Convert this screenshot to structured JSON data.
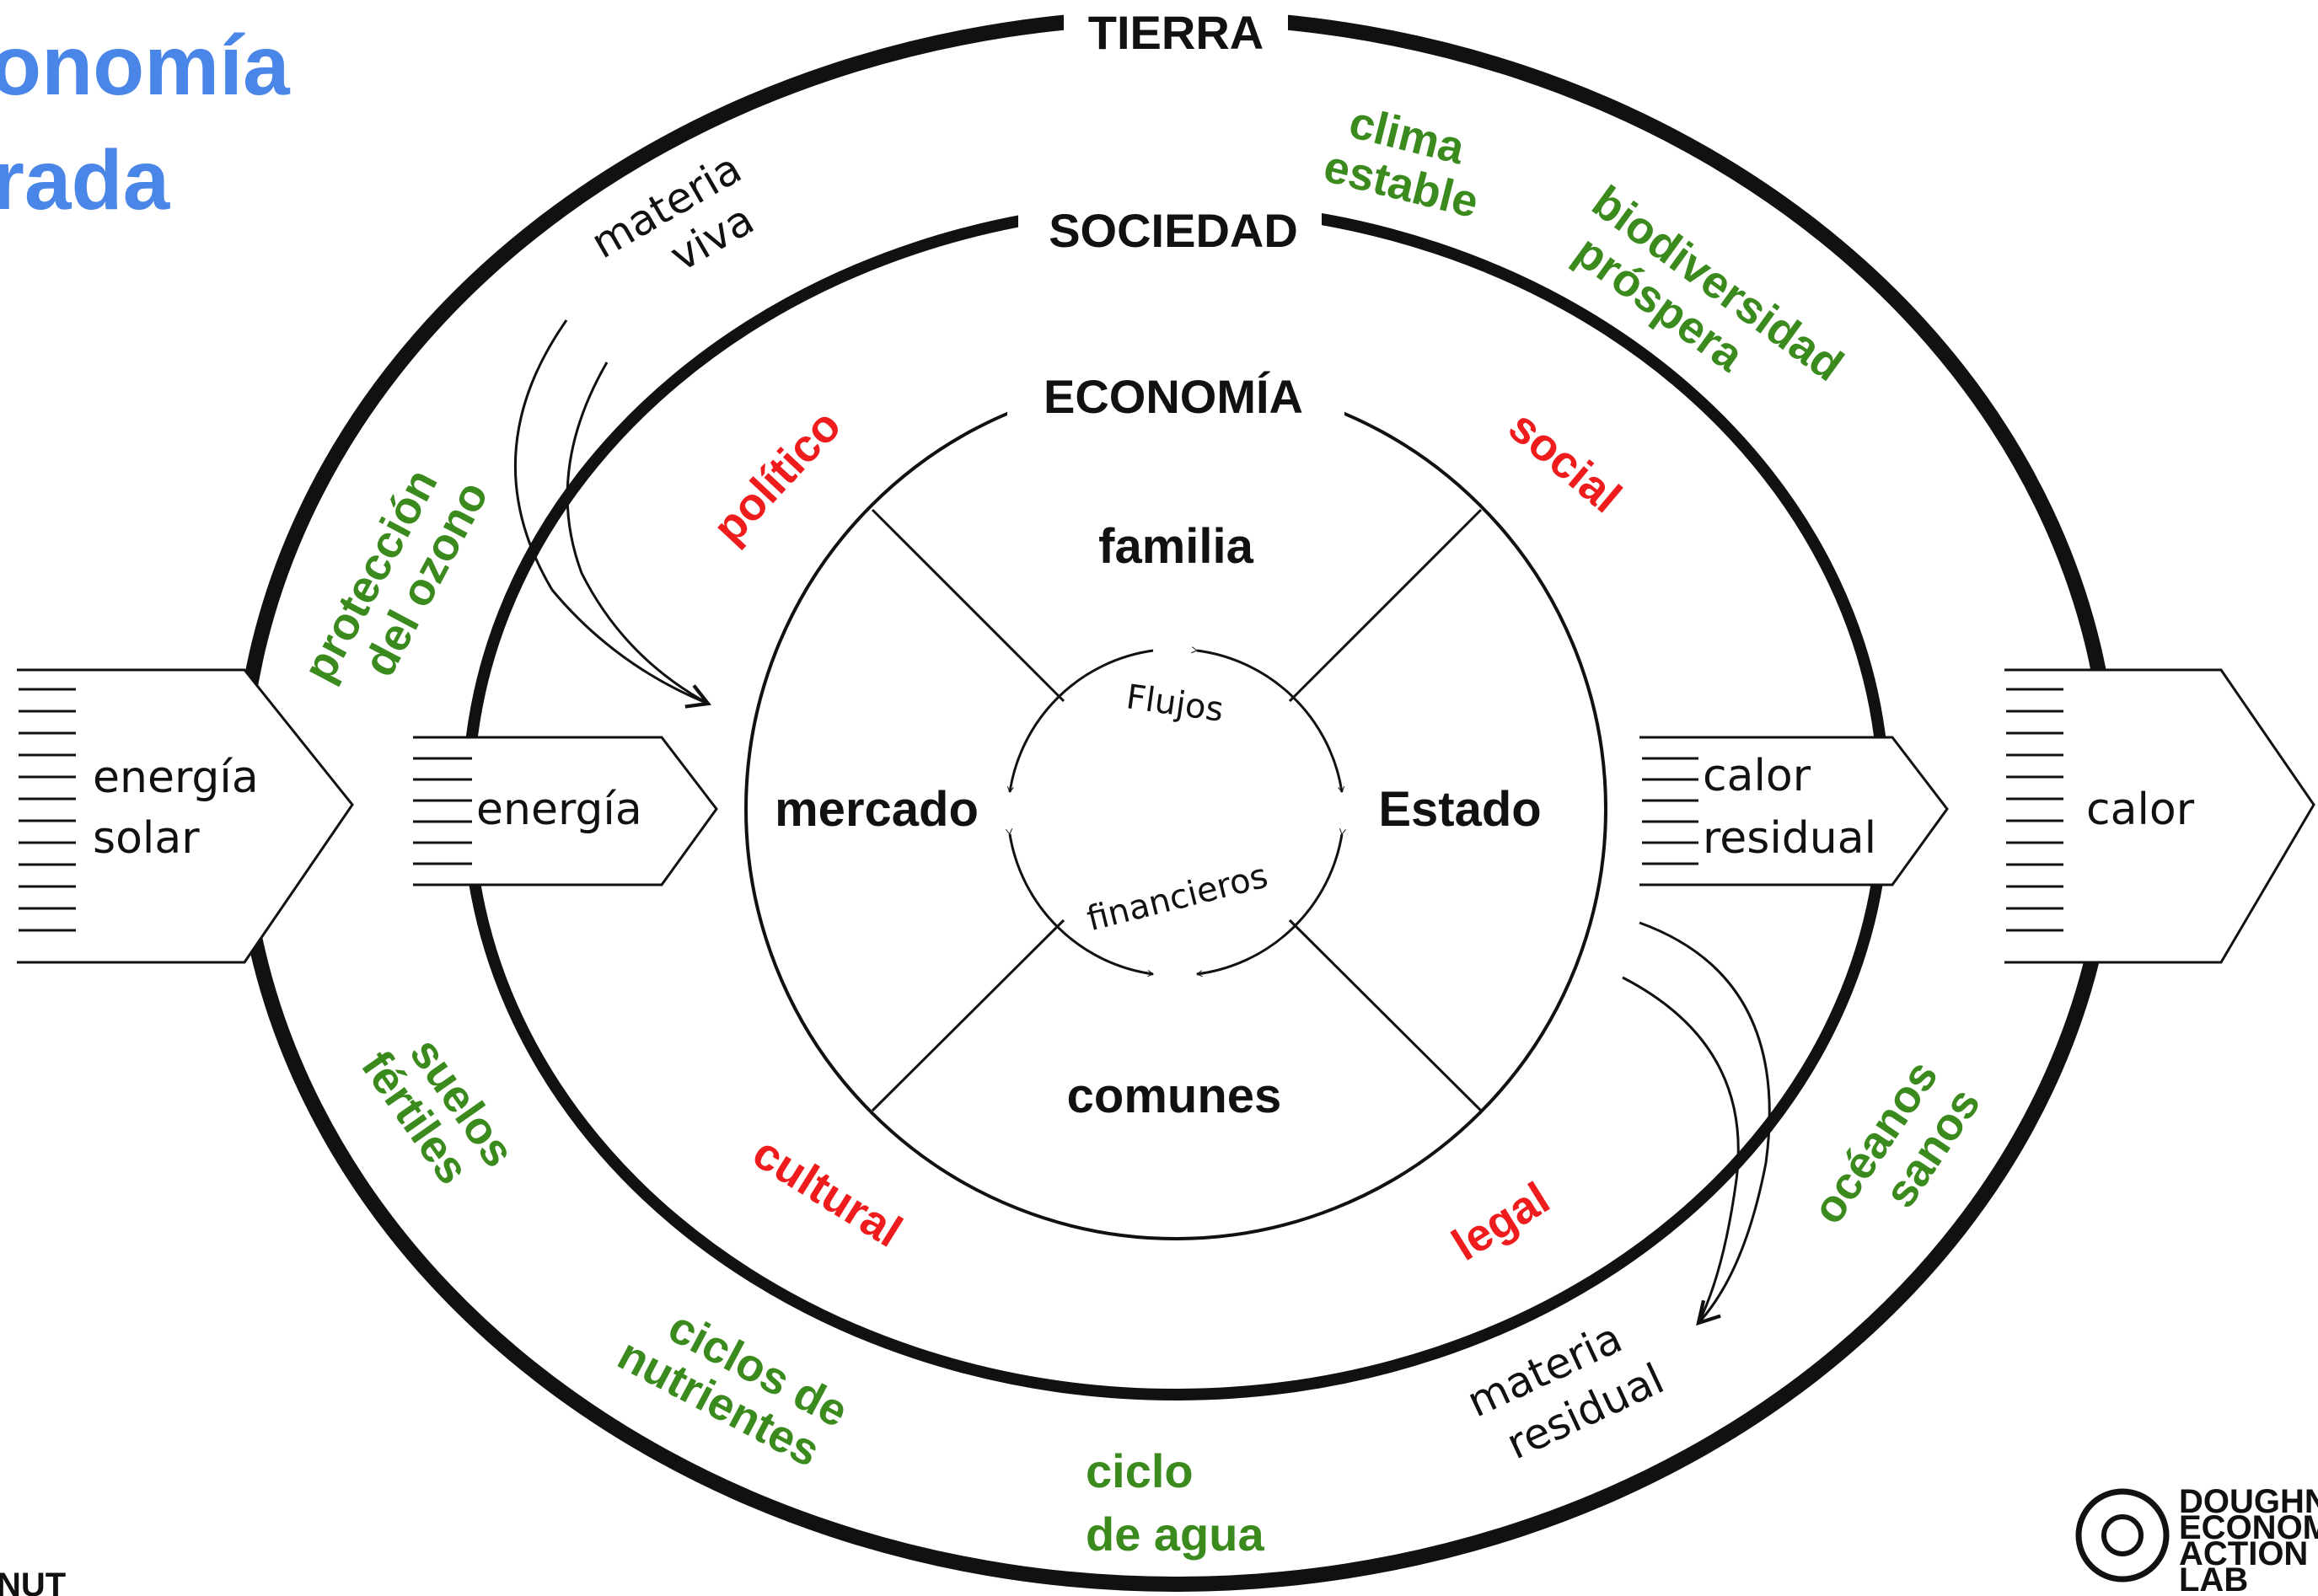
{
  "title": {
    "line1": "onomía",
    "line2": "rada"
  },
  "corner_fragment": "NUT",
  "rings": {
    "outer": "TIERRA",
    "middle": "SOCIEDAD",
    "inner": "ECONOMÍA"
  },
  "spheres": {
    "top": "familia",
    "left": "mercado",
    "right": "Estado",
    "bottom": "comunes"
  },
  "center": {
    "line1": "Flujos",
    "line2": "financieros"
  },
  "society_aspects": {
    "political": "político",
    "social": "social",
    "cultural": "cultural",
    "legal": "legal"
  },
  "earth_systems": {
    "climate": [
      "clima",
      "estable"
    ],
    "biodiversity": [
      "biodiversidad",
      "próspera"
    ],
    "ozone": [
      "protección",
      "del ozono"
    ],
    "soils": [
      "suelos",
      "fértiles"
    ],
    "nutrients": [
      "ciclos de",
      "nutrientes"
    ],
    "water": [
      "ciclo",
      "de agua"
    ],
    "oceans": [
      "océanos",
      "sanos"
    ]
  },
  "flows": {
    "solar": [
      "energía",
      "solar"
    ],
    "energy": "energía",
    "waste_heat": [
      "calor",
      "residual"
    ],
    "heat": "calor",
    "living_matter": [
      "materia",
      "viva"
    ],
    "waste_matter": [
      "materia",
      "residual"
    ]
  },
  "logo": [
    "DOUGHNUT",
    "ECONOMICS",
    "ACTION",
    "LAB"
  ],
  "colors": {
    "title": "#4a86e8",
    "red": "#ee1c1c",
    "green": "#3b8a1e",
    "ink": "#111111"
  }
}
